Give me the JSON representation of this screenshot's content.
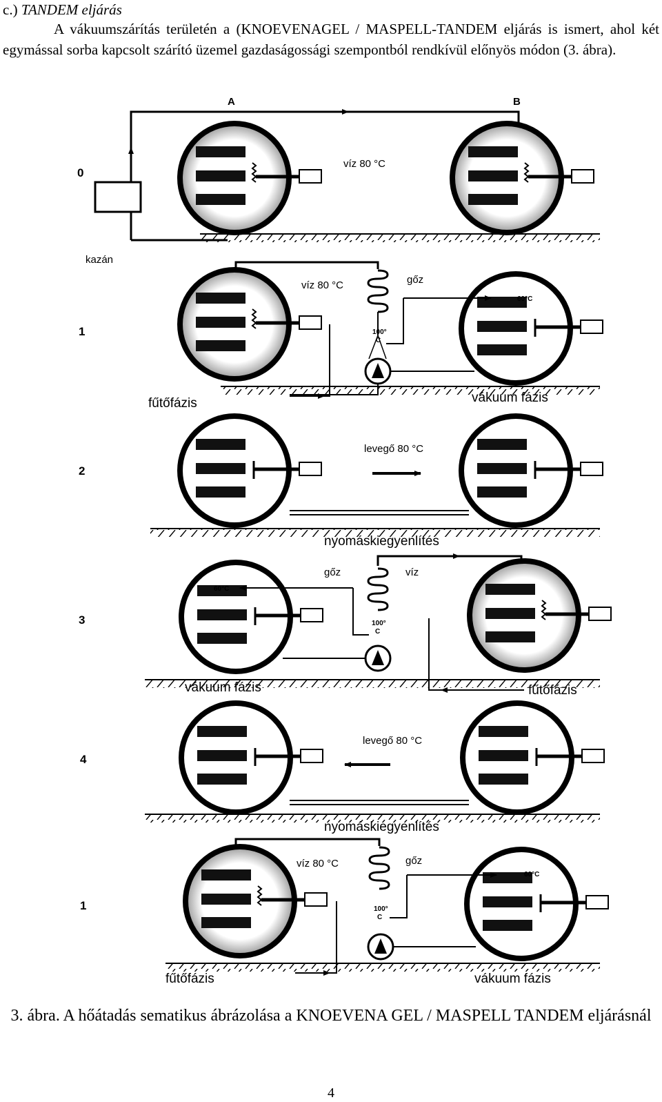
{
  "heading": {
    "label": "c.)",
    "title": "TANDEM eljárás"
  },
  "paragraph": "A vákuumszárítás területén a (KNOEVENAGEL / MASPELL-TANDEM eljárás is ismert, ahol két egymással sorba kapcsolt szárító üzemel gazdaságossági szempontból rendkívül előnyös módon (3. ábra).",
  "figure": {
    "labels": {
      "A": "A",
      "B": "B",
      "kazan": "kazán",
      "water80": "víz 80 °C",
      "steam": "gőz",
      "t100": "100°",
      "tC": "C",
      "t60": "60°C",
      "air80": "levegő 80 °C",
      "heating": "fűtőfázis",
      "vacuum": "vákuum fázis",
      "pressure": "nyomáskiegyenlítés"
    },
    "rows": [
      "0",
      "1",
      "2",
      "3",
      "4",
      "1"
    ]
  },
  "caption": "3. ábra. A hőátadás sematikus ábrázolása a KNOEVENA GEL / MASPELL TANDEM eljárásnál",
  "page_number": "4"
}
